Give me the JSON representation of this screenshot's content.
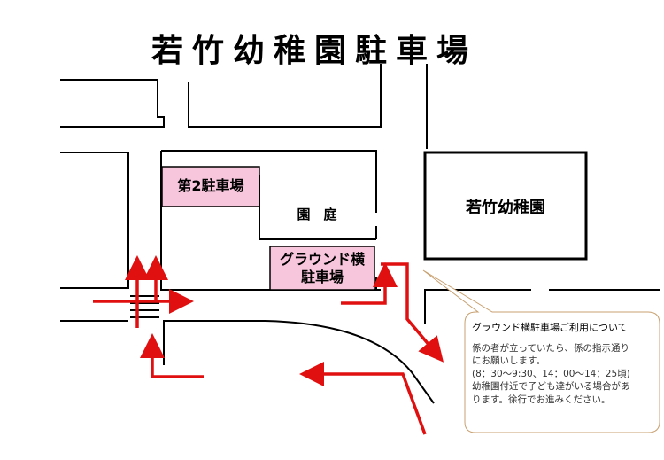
{
  "title": "若竹幼稚園駐車場",
  "labels": {
    "parking2": "第2駐車場",
    "garden": "園　庭",
    "ground_parking_line1": "グラウンド横",
    "ground_parking_line2": "駐車場",
    "kindergarten": "若竹幼稚園"
  },
  "callout": {
    "title": "グラウンド横駐車場ご利用について",
    "lines": [
      "係の者が立っていたら、係の指示通り",
      "にお願いします。",
      "(8：30～9:30、14：00～14：25頃)",
      "幼稚園付近で子ども達がいる場合があ",
      "ります。徐行でお進みください。"
    ]
  },
  "colors": {
    "parking_fill": "#f7c6dc",
    "arrow": "#e01010",
    "callout_border": "#c8a070"
  }
}
